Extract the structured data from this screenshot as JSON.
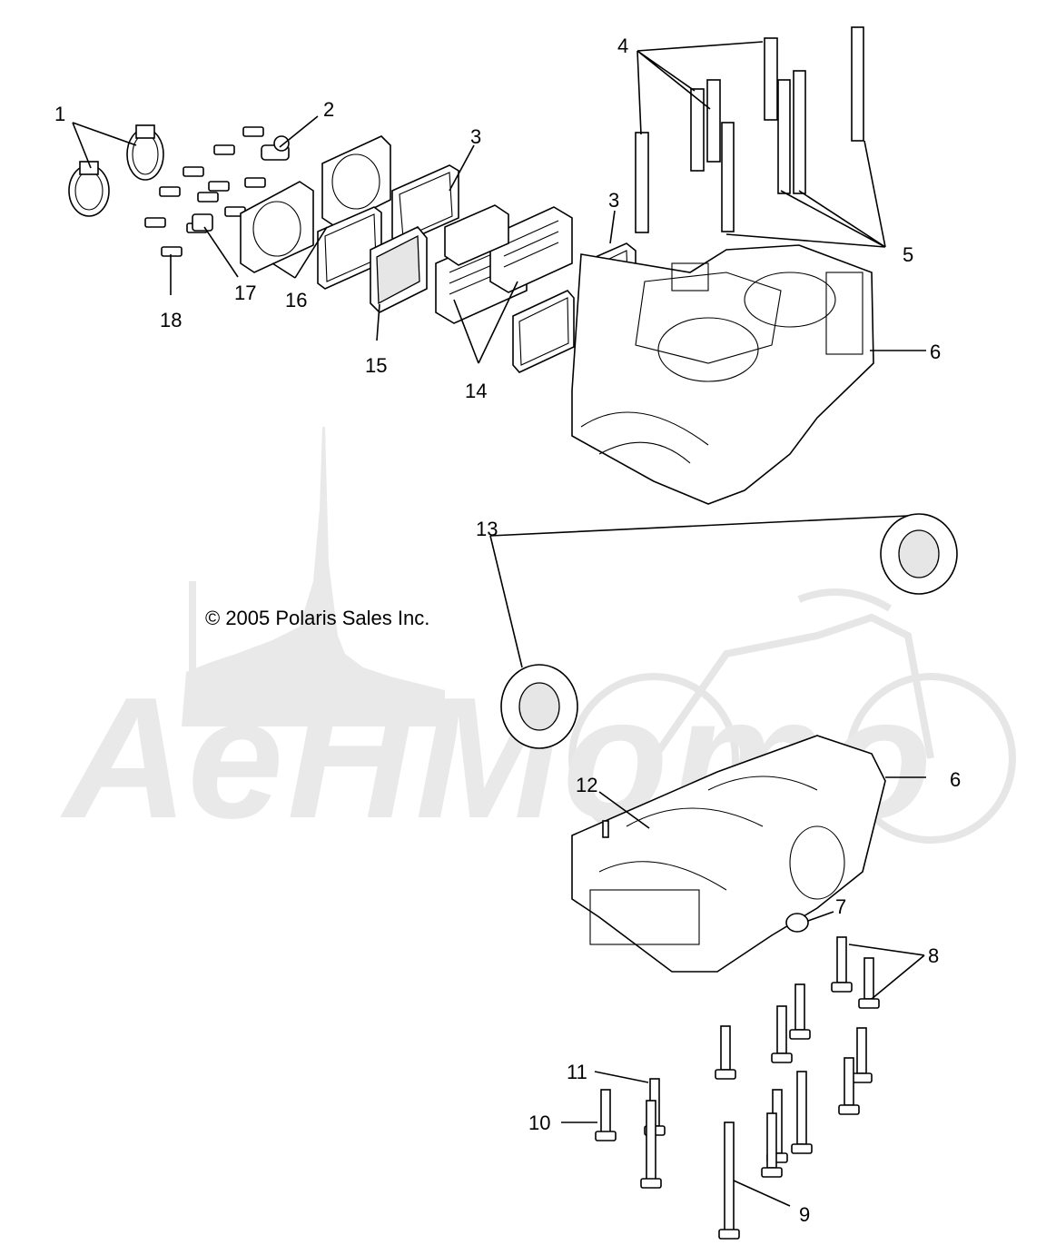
{
  "copyright": "© 2005 Polaris Sales Inc.",
  "watermark": "АеНМото",
  "callouts": [
    "1",
    "2",
    "3",
    "3",
    "4",
    "5",
    "6",
    "6",
    "7",
    "8",
    "9",
    "10",
    "11",
    "12",
    "13",
    "14",
    "15",
    "16",
    "17",
    "18"
  ],
  "colors": {
    "line": "#000000",
    "watermark": "#e9e9e9",
    "background": "#ffffff"
  }
}
